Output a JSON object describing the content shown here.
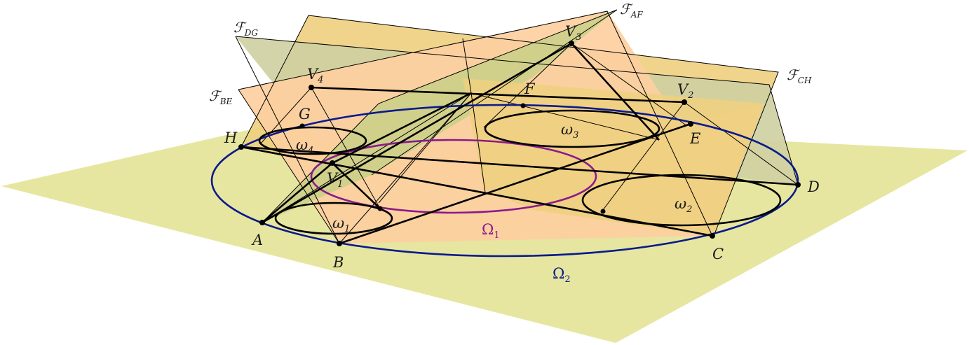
{
  "diagram": {
    "points": {
      "A": "A",
      "B": "B",
      "C": "C",
      "D": "D",
      "E": "E",
      "F": "F",
      "G": "G",
      "H": "H"
    },
    "vertices": [
      {
        "base": "V",
        "sub": "1"
      },
      {
        "base": "V",
        "sub": "2"
      },
      {
        "base": "V",
        "sub": "3"
      },
      {
        "base": "V",
        "sub": "4"
      }
    ],
    "small_circles": [
      {
        "base": "ω",
        "sub": "1"
      },
      {
        "base": "ω",
        "sub": "2"
      },
      {
        "base": "ω",
        "sub": "3"
      },
      {
        "base": "ω",
        "sub": "4"
      }
    ],
    "big_circles": [
      {
        "base": "Ω",
        "sub": "1",
        "color": "#8b1a8b"
      },
      {
        "base": "Ω",
        "sub": "2",
        "color": "#0a1a8c"
      }
    ],
    "planes": [
      {
        "base": "ℱ",
        "sub": "DG"
      },
      {
        "base": "ℱ",
        "sub": "BE"
      },
      {
        "base": "ℱ",
        "sub": "AF"
      },
      {
        "base": "ℱ",
        "sub": "CH"
      }
    ],
    "colors": {
      "ground": "#e6e6a0",
      "plane_peach": "#fdcfa0",
      "plane_gold": "#eecf80",
      "plane_sage": "#cfcfa2",
      "plane_olive": "#cfd08a"
    }
  }
}
